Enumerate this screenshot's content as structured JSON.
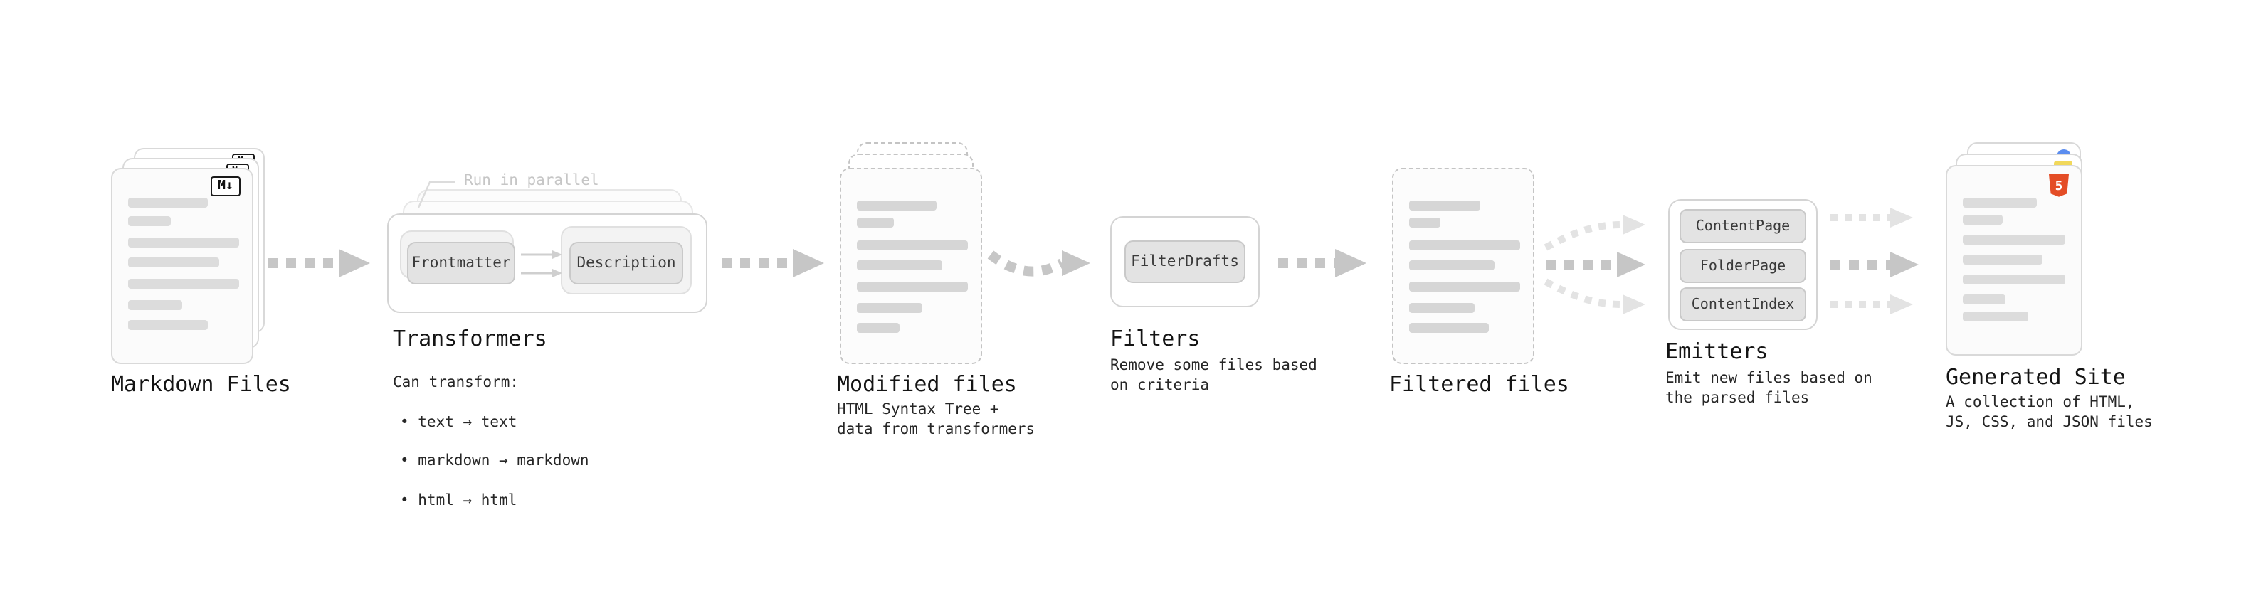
{
  "markdown_files": {
    "title": "Markdown Files",
    "badge": "M↓"
  },
  "transformers": {
    "title": "Transformers",
    "annotation": "Run in parallel",
    "buttons": [
      "Frontmatter",
      "Description"
    ],
    "caption_heading": "Can transform:",
    "bullets": [
      "• text → text",
      "• markdown → markdown",
      "• html → html"
    ]
  },
  "modified_files": {
    "title": "Modified files",
    "caption": "HTML Syntax Tree +\ndata from transformers"
  },
  "filters": {
    "title": "Filters",
    "buttons": [
      "FilterDrafts"
    ],
    "caption": "Remove some files based\non criteria"
  },
  "filtered_files": {
    "title": "Filtered files"
  },
  "emitters": {
    "title": "Emitters",
    "buttons": [
      "ContentPage",
      "FolderPage",
      "ContentIndex"
    ],
    "caption": "Emit new files based on\nthe parsed files"
  },
  "generated_site": {
    "title": "Generated Site",
    "caption": "A collection of HTML,\nJS, CSS, and JSON files",
    "html5_label": "5"
  },
  "colors": {
    "html5_orange": "#e44d26",
    "js_yellow": "#f1d85b",
    "css_blue": "#5b8def",
    "arrow_gray": "#c6c6c6",
    "arrow_light_gray": "#e3e3e3"
  }
}
